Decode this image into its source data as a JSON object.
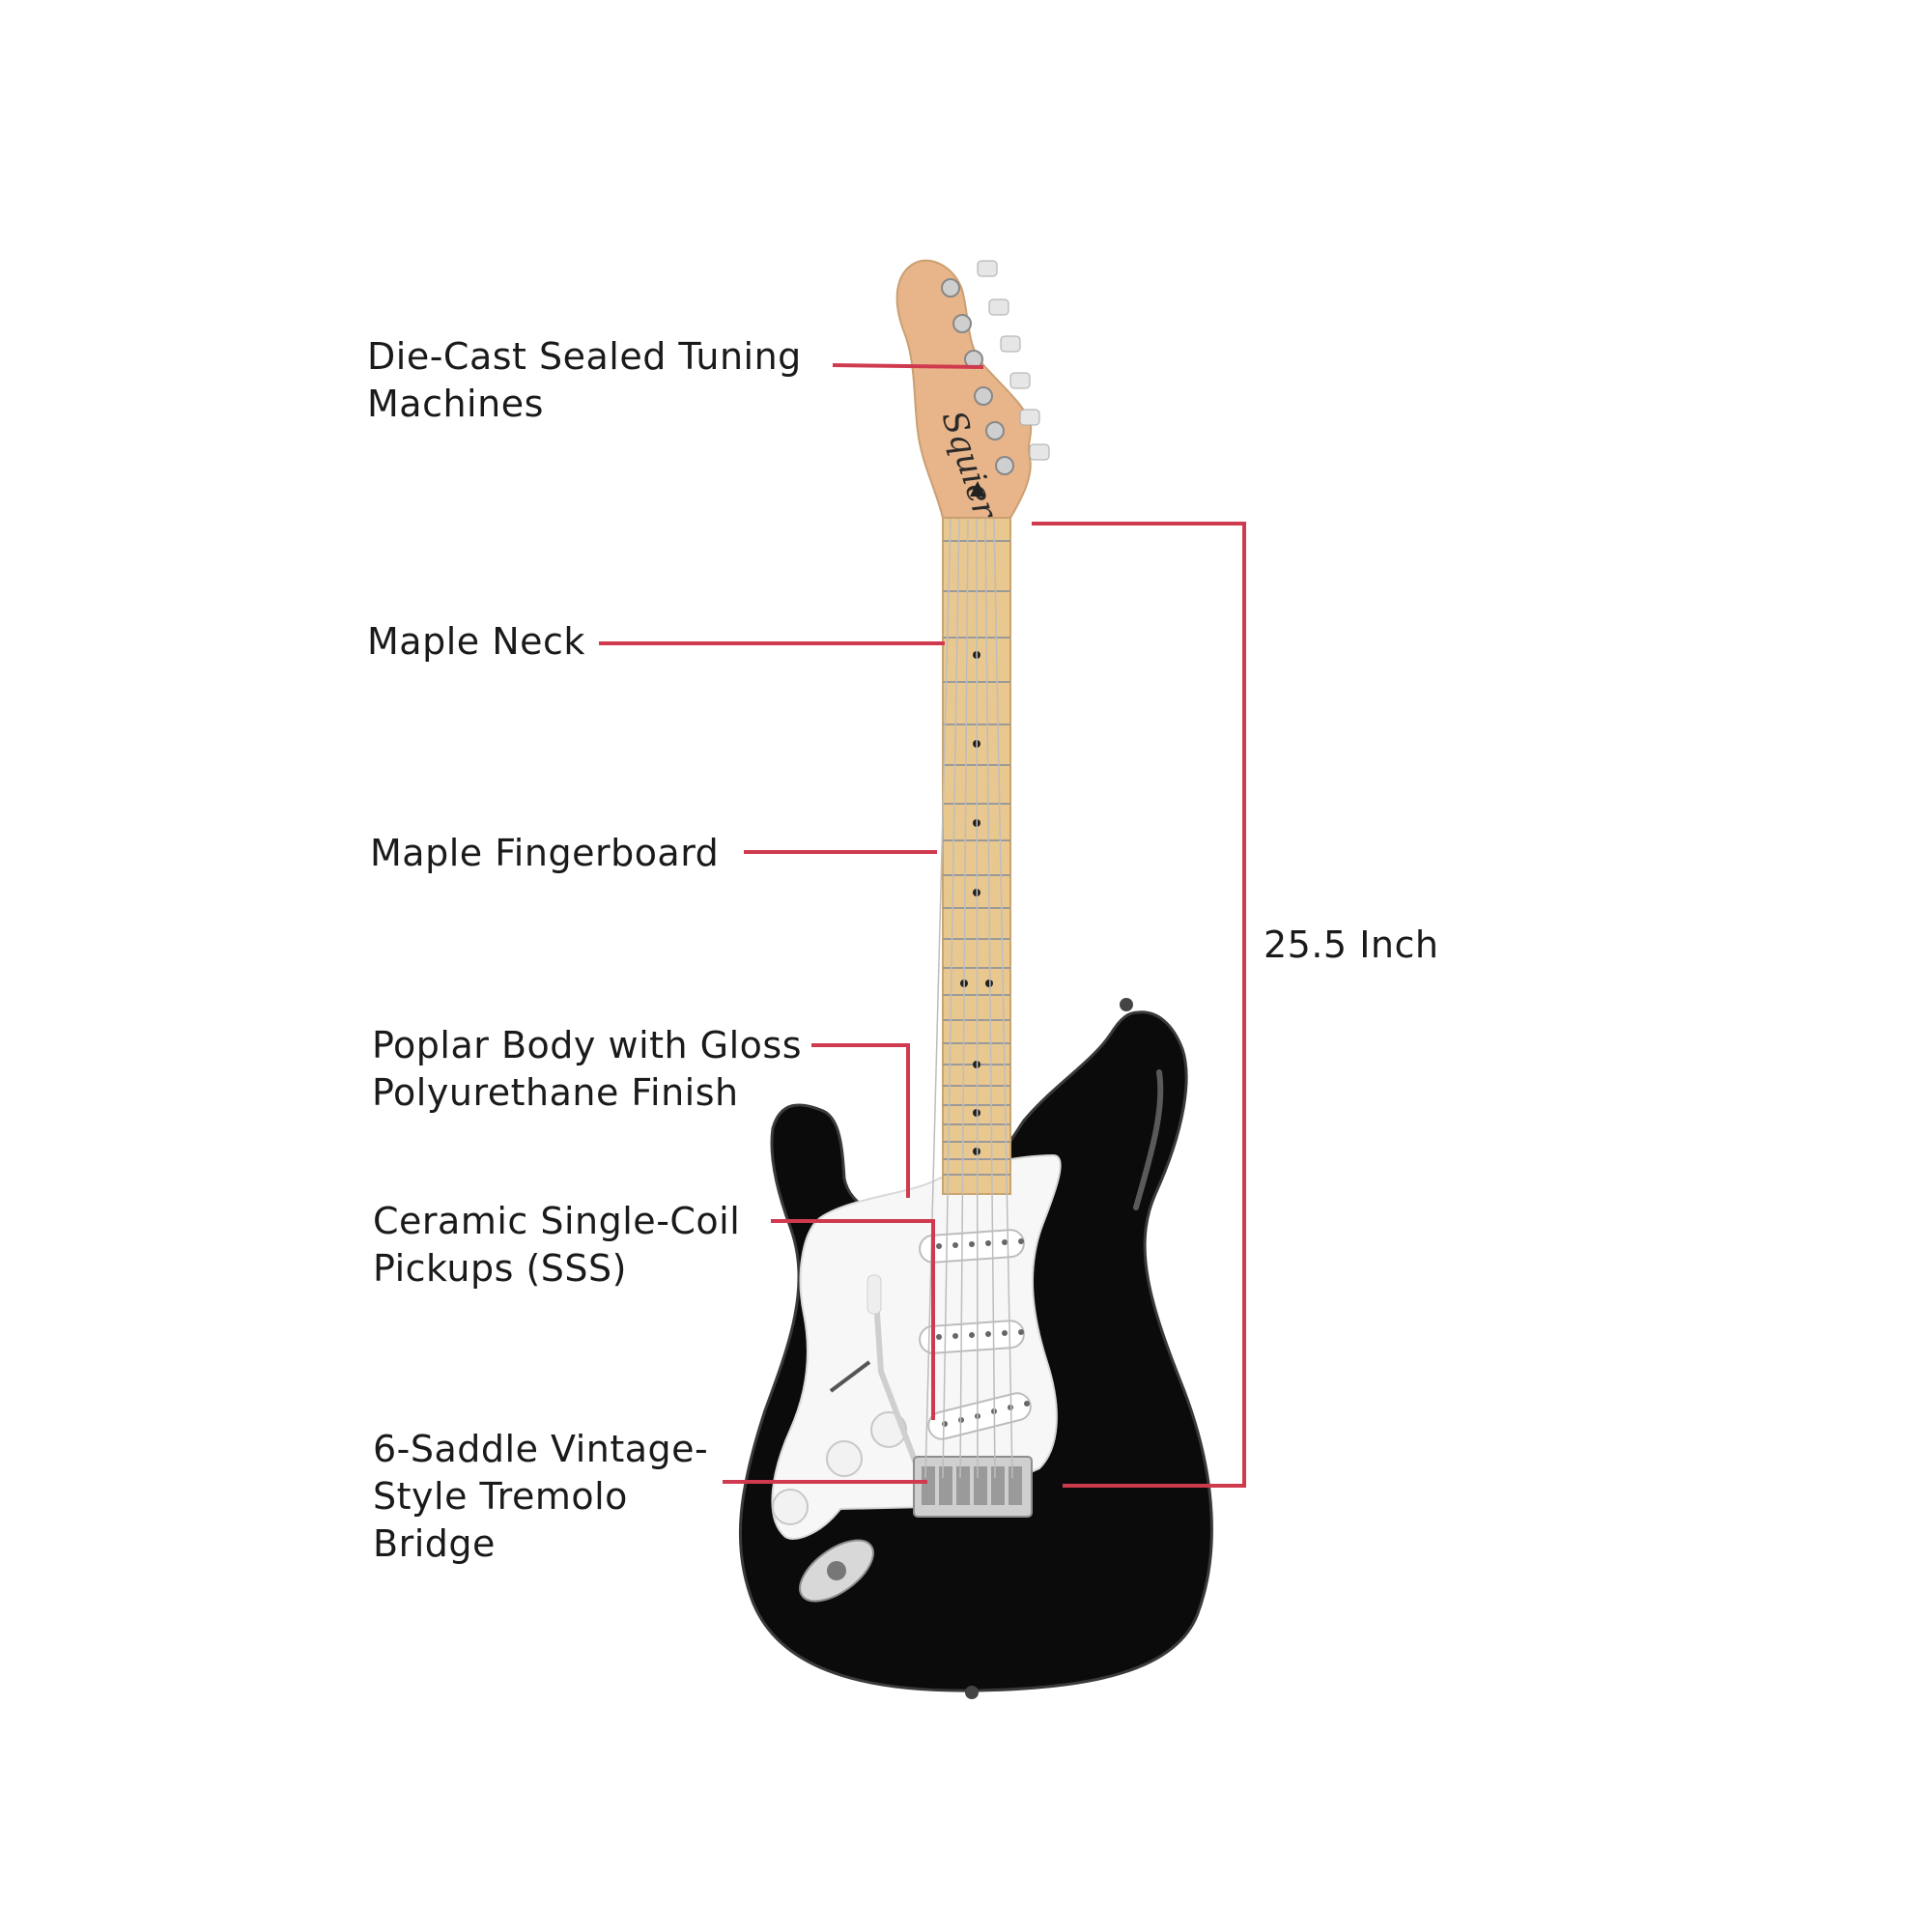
{
  "colors": {
    "leader": "#d03a4f",
    "body": "#0b0b0b",
    "pickguard": "#f7f7f7",
    "maple": "#e9c890",
    "headstock": "#e8b48a",
    "hardware": "#c9c9c9"
  },
  "headstock_brand": "Squier",
  "labels": {
    "tuners": [
      "Die-Cast Sealed Tuning",
      "Machines"
    ],
    "neck": [
      "Maple Neck"
    ],
    "fingerboard": [
      "Maple Fingerboard"
    ],
    "body": [
      "Poplar Body with Gloss",
      "Polyurethane Finish"
    ],
    "pickups": [
      "Ceramic Single-Coil",
      "Pickups (SSS)"
    ],
    "bridge": [
      "6-Saddle Vintage-",
      "Style Tremolo",
      "Bridge"
    ],
    "scale": [
      "25.5 Inch"
    ]
  }
}
